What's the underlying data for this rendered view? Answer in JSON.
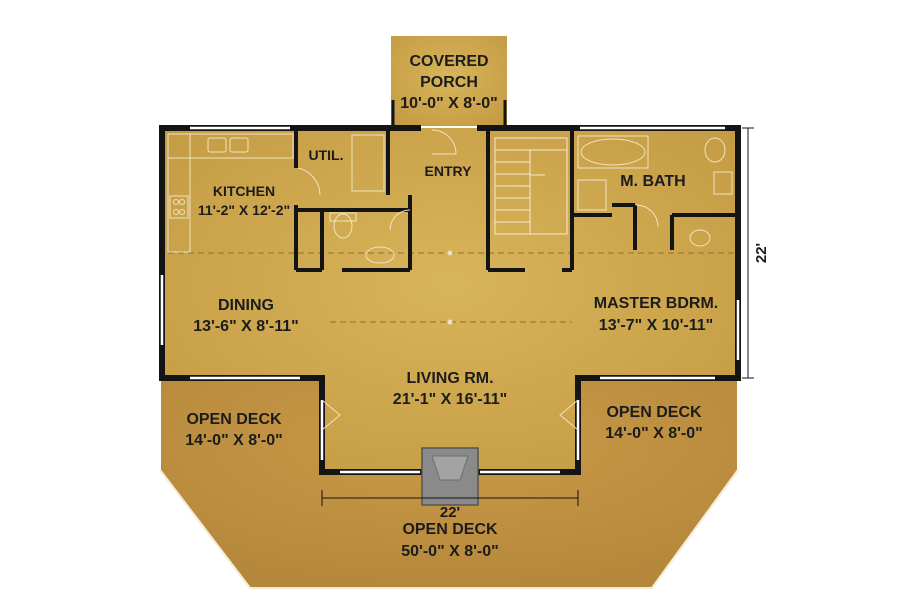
{
  "rooms": {
    "covered_porch": {
      "name_line1": "COVERED",
      "name_line2": "PORCH",
      "size": "10'-0\" X 8'-0\""
    },
    "utility": {
      "name": "UTIL."
    },
    "entry": {
      "name": "ENTRY"
    },
    "kitchen": {
      "name": "KITCHEN",
      "size": "11'-2\" X 12'-2\""
    },
    "master_bath": {
      "name": "M. BATH"
    },
    "dining": {
      "name": "DINING",
      "size": "13'-6\" X 8'-11\""
    },
    "master_bedroom": {
      "name": "MASTER BDRM.",
      "size": "13'-7\" X 10'-11\""
    },
    "living_room": {
      "name": "LIVING RM.",
      "size": "21'-1\" X 16'-11\""
    },
    "open_deck_left": {
      "name": "OPEN DECK",
      "size": "14'-0\" X 8'-0\""
    },
    "open_deck_right": {
      "name": "OPEN DECK",
      "size": "14'-0\" X 8'-0\""
    },
    "open_deck_front": {
      "name": "OPEN DECK",
      "size": "50'-0\" X 8'-0\""
    }
  },
  "dimensions": {
    "side_depth": "22'",
    "front_width": "22'"
  },
  "colors": {
    "floor": "#c9a248",
    "deck": "#b8893c",
    "wall": "#141414",
    "fireplace": "#8a8a8a"
  }
}
